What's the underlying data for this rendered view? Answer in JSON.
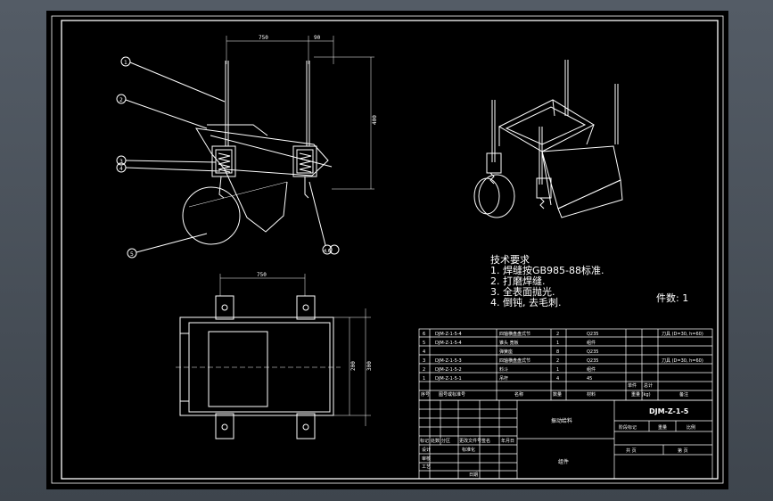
{
  "colors": {
    "background": "#000000",
    "lines": "#ffffff",
    "viewport": "#4a525b"
  },
  "dimensions": {
    "top_width_left": "750",
    "top_width_right": "90",
    "top_height": "400",
    "plan_width": "750",
    "plan_height_outer": "300",
    "plan_height_inner": "200"
  },
  "balloons": {
    "b1": "1",
    "b2": "2",
    "b3": "3",
    "b4": "4",
    "b5": "5",
    "b6": "4,6"
  },
  "tech": {
    "title": "技术要求",
    "line1": "1. 焊缝按GB985-88标准.",
    "line2": "2. 打磨焊缝.",
    "line3": "3. 全表面抛光.",
    "line4": "4. 倒钝, 去毛刺.",
    "count_label": "件数: 1"
  },
  "bom": {
    "rows": [
      {
        "no": "6",
        "code": "DJM-Z-1-5-4",
        "name": "四轴横盘盘式节",
        "qty": "2",
        "mat": "Q235",
        "note": "刀具 (D=30, h=60)"
      },
      {
        "no": "5",
        "code": "DJM-Z-1-5-4",
        "name": "锥头  宽板",
        "qty": "1",
        "mat": "组件",
        "note": ""
      },
      {
        "no": "4",
        "code": "",
        "name": "弹簧座",
        "qty": "8",
        "mat": "Q235",
        "note": ""
      },
      {
        "no": "3",
        "code": "DJM-Z-1-5-3",
        "name": "四轴横盘盘式节",
        "qty": "2",
        "mat": "Q235",
        "note": "刀具 (D=30, h=60)"
      },
      {
        "no": "2",
        "code": "DJM-Z-1-5-2",
        "name": "料斗",
        "qty": "1",
        "mat": "组件",
        "note": ""
      },
      {
        "no": "1",
        "code": "DJM-Z-1-5-1",
        "name": "吊杆",
        "qty": "4",
        "mat": "45",
        "note": ""
      }
    ],
    "header": {
      "no": "序号",
      "code": "图号或标准号",
      "name": "名称",
      "qty": "数量",
      "mat": "材料",
      "unit_w": "单件",
      "total_w": "总计",
      "weight": "重量 (kg)",
      "note": "备注"
    }
  },
  "title_block": {
    "drawing_no": "DJM-Z-1-5",
    "part_name": "振动给料",
    "assembly": "组件",
    "stage": "阶段标记",
    "weight": "重量",
    "scale": "比例",
    "sheets": "共 页",
    "sheet": "第 页",
    "mark": "标记",
    "count": "处数",
    "zone": "分区",
    "change_doc": "更改文件号",
    "signature": "签名",
    "date": "年月日",
    "design": "设计",
    "standard": "标准化",
    "check": "审核",
    "process": "工艺",
    "approve": "日期"
  }
}
